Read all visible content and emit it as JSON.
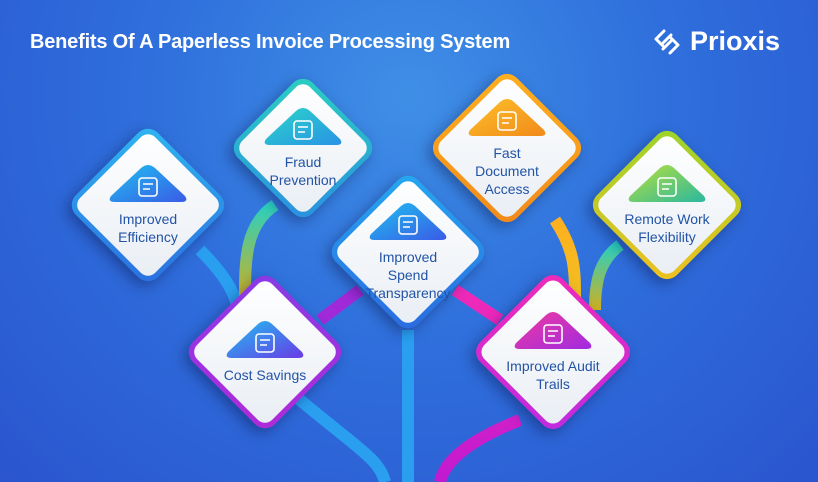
{
  "title": "Benefits Of A Paperless Invoice Processing System",
  "brand": {
    "name": "Prioxis",
    "icon": "prioxis-logo-icon"
  },
  "benefits": [
    {
      "label": "Improved Efficiency",
      "icon": "growth-speedometer-icon",
      "border": [
        "#2fb6f0",
        "#2a6fe0"
      ],
      "tab": [
        "#1fc0f0",
        "#3a5be6"
      ]
    },
    {
      "label": "Fraud Prevention",
      "icon": "target-shield-icon",
      "border": [
        "#2ad0c0",
        "#2a8fe0"
      ],
      "tab": [
        "#2ad6c8",
        "#2a92e6"
      ]
    },
    {
      "label": "Fast Document Access",
      "icon": "document-server-icon",
      "border": [
        "#ffb01f",
        "#f08a1a"
      ],
      "tab": [
        "#ffc02a",
        "#f08a1a"
      ]
    },
    {
      "label": "Remote Work Flexibility",
      "icon": "remote-worker-icon",
      "border": [
        "#9ad42a",
        "#f0c020"
      ],
      "tab": [
        "#b8e03a",
        "#2ab8a0"
      ]
    },
    {
      "label": "Improved Spend Transparency",
      "icon": "money-magnifier-icon",
      "border": [
        "#26a8f0",
        "#2a6ae0"
      ],
      "tab": [
        "#1fc0f0",
        "#3a5be6"
      ]
    },
    {
      "label": "Cost Savings",
      "icon": "hand-coin-icon",
      "border": [
        "#8a3ae6",
        "#b02ad8"
      ],
      "tab": [
        "#1fc0f0",
        "#6a3ae6"
      ]
    },
    {
      "label": "Improved Audit Trails",
      "icon": "audit-clipboard-icon",
      "border": [
        "#f02ab8",
        "#c02ae0"
      ],
      "tab": [
        "#f03aa0",
        "#a02ae0"
      ]
    }
  ]
}
